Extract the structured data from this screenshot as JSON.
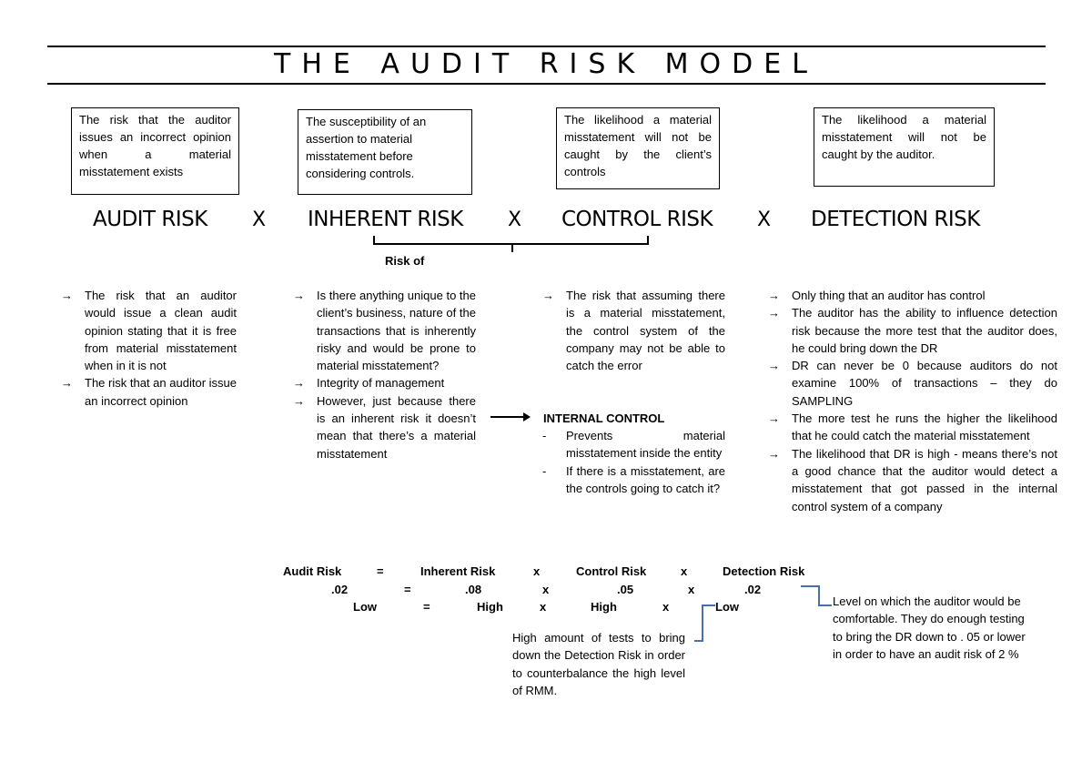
{
  "title": "THE AUDIT RISK MODEL",
  "definitions": {
    "audit": "The risk that the auditor issues an incorrect opinion when a material misstatement exists",
    "inherent": "The susceptibility of an assertion to material misstatement before considering controls.",
    "control": "The likelihood a material misstatement will not be caught by the client’s controls",
    "detection": "The likelihood a material misstatement will not be caught by the auditor."
  },
  "risks": {
    "audit": "AUDIT RISK",
    "inherent": "INHERENT RISK",
    "control": "CONTROL RISK",
    "detection": "DETECTION RISK",
    "op": "X"
  },
  "risk_of_label": "Risk of",
  "arrow_glyph": "→",
  "audit_notes": [
    "The risk that an auditor would issue a clean audit opinion stating that it is free from material misstatement when in it is not",
    "The risk that an auditor issue an incorrect opinion"
  ],
  "inherent_notes": [
    "Is there anything unique to the client’s business, nature of the transactions that is inherently risky and would be prone to material misstatement?",
    "Integrity of management",
    "However, just because there is an inherent risk it doesn’t mean that there’s a material misstatement"
  ],
  "control_notes": [
    "The risk that assuming there is a material misstatement, the control system of the company may not be able to catch the error"
  ],
  "internal_control": {
    "heading": "INTERNAL CONTROL",
    "dash": "-",
    "items": [
      "Prevents material misstatement inside the entity",
      "If there is a misstatement, are the controls going to catch it?"
    ]
  },
  "detection_notes": [
    "Only thing that an auditor has control",
    "The auditor has the ability to influence detection risk because the more test that the auditor does, he could bring down the DR",
    "DR can never be 0 because auditors do not examine 100% of transactions – they do SAMPLING",
    "The more test he runs the higher the likelihood that he could catch the material misstatement",
    "The likelihood that DR is high - means there’s not a good chance that the auditor would detect a misstatement that got passed in the internal control system of a company"
  ],
  "equation": {
    "row1": [
      "Audit Risk",
      "=",
      "Inherent Risk",
      "x",
      "Control Risk",
      "x",
      "Detection Risk"
    ],
    "row2": [
      ".02",
      "=",
      ".08",
      "x",
      ".05",
      "x",
      ".02"
    ],
    "row3": [
      "Low",
      "=",
      "High",
      "x",
      "High",
      "x",
      "Low"
    ]
  },
  "notes": {
    "low_dr": "High amount of tests to bring down the Detection Risk in order to counterbalance the high level of RMM.",
    "level": "Level on which the auditor would be comfortable.  They do enough testing to bring the DR down to . 05 or lower in order to have an audit risk of 2 %"
  }
}
